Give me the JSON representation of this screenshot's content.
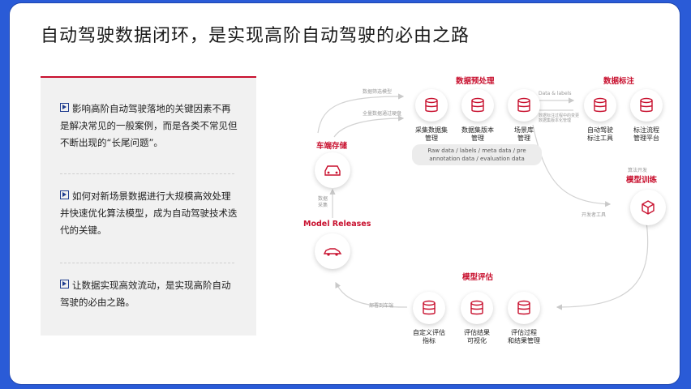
{
  "title": "自动驾驶数据闭环，是实现高阶自动驾驶的必由之路",
  "bullets": [
    "影响高阶自动驾驶落地的关键因素不再是解决常见的一般案例，而是各类不常见但不断出现的“长尾问题”。",
    "如何对新场景数据进行大规模高效处理并快速优化算法模型，成为自动驾驶技术迭代的关键。",
    "让数据实现高效流动，是实现高阶自动驾驶的必由之路。"
  ],
  "diagram": {
    "sections": {
      "preprocess": "数据预处理",
      "labeling": "数据标注",
      "storage": "车端存储",
      "training": "模型训练",
      "releases": "Model Releases",
      "evaluation": "模型评估"
    },
    "nodes": {
      "collect": "采集数据集\n管理",
      "version": "数据集版本\n管理",
      "scene": "场景库\n管理",
      "auto_label": "自动驾驶\n标注工具",
      "label_flow": "标注流程\n管理平台",
      "custom_eval": "自定义评估\n指标",
      "visual": "评估结果\n可视化",
      "process_mgmt": "评估过程\n和结果管理"
    },
    "notes": {
      "filter": "数据筛选模型",
      "upload": "全量数据通过硬盘",
      "data_types": "Raw data / labels / meta data / pre\nannotation data / evaluation data",
      "data_labels": "Data & labels",
      "data_labels_sub": "数据标注过程中的变更\n数据集版本化管理",
      "algo_dev": "算法开发",
      "dev_tools": "开发者工具",
      "collect_arrow": "数据\n采集",
      "deploy": "部署到车端"
    }
  },
  "colors": {
    "accent": "#c8102e",
    "frame": "#2a5bd7"
  }
}
